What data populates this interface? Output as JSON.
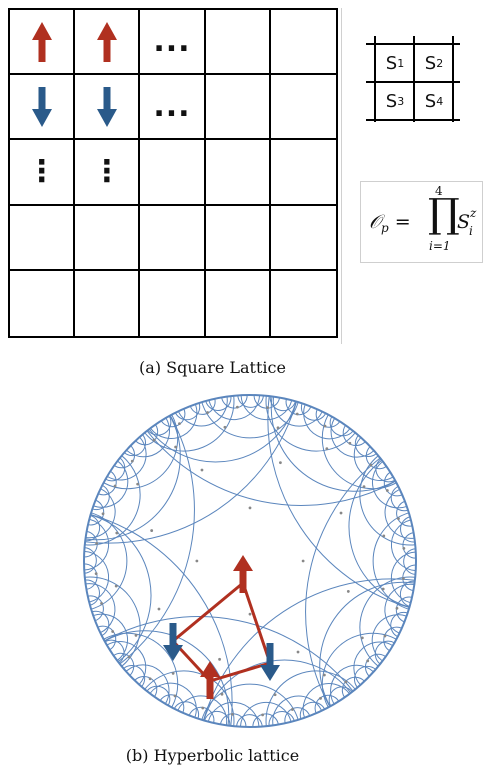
{
  "square_lattice": {
    "rows": 5,
    "cols": 5,
    "cells": [
      [
        "up",
        "up",
        "hdots",
        "",
        ""
      ],
      [
        "down",
        "down",
        "hdots",
        "",
        ""
      ],
      [
        "vdots",
        "vdots",
        "",
        "",
        ""
      ],
      [
        "",
        "",
        "",
        "",
        ""
      ],
      [
        "",
        "",
        "",
        "",
        ""
      ]
    ],
    "hdots_text": "...",
    "vdots_text": "⋮"
  },
  "plaquette": {
    "labels": [
      {
        "base": "S",
        "sub": "1"
      },
      {
        "base": "S",
        "sub": "2"
      },
      {
        "base": "S",
        "sub": "3"
      },
      {
        "base": "S",
        "sub": "4"
      }
    ]
  },
  "formula": {
    "lhs": "𝒪",
    "lhs_sub": "p",
    "equals": "=",
    "prod": "∏",
    "upper": "4",
    "lower": "i=1",
    "term": "S",
    "term_sup": "z",
    "term_sub": "i"
  },
  "captions": {
    "a": "(a) Square Lattice",
    "b": "(b) Hyperbolic lattice"
  },
  "colors": {
    "spin_up": "#b03020",
    "spin_down": "#2a5a8a",
    "lattice_blue": "#5b86bd",
    "loop_red": "#b03020",
    "grid_black": "#000000",
    "center_dot": "#888888"
  },
  "hyperbolic_spins": {
    "up_count": 2,
    "down_count": 2
  }
}
